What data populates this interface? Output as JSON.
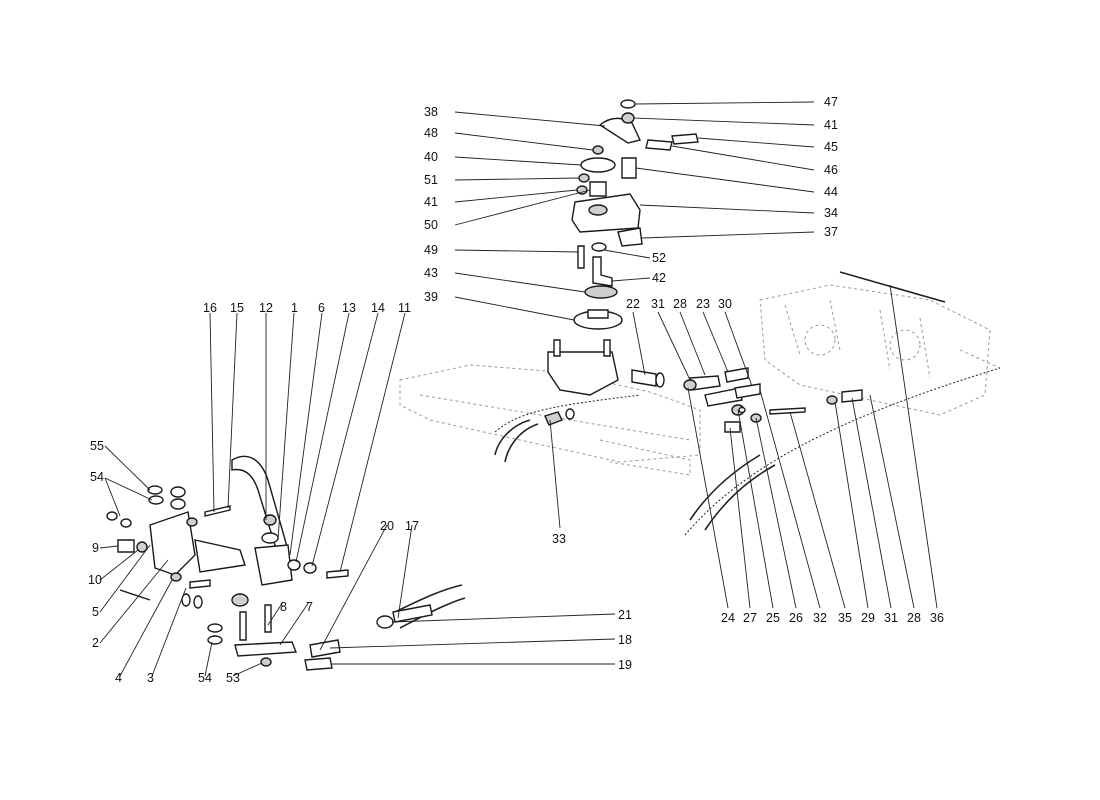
{
  "diagram": {
    "callouts": [
      {
        "id": "c-47",
        "text": "47"
      },
      {
        "id": "c-41a",
        "text": "41"
      },
      {
        "id": "c-45",
        "text": "45"
      },
      {
        "id": "c-46",
        "text": "46"
      },
      {
        "id": "c-44",
        "text": "44"
      },
      {
        "id": "c-34",
        "text": "34"
      },
      {
        "id": "c-37",
        "text": "37"
      },
      {
        "id": "c-52",
        "text": "52"
      },
      {
        "id": "c-42",
        "text": "42"
      },
      {
        "id": "c-38",
        "text": "38"
      },
      {
        "id": "c-48",
        "text": "48"
      },
      {
        "id": "c-40",
        "text": "40"
      },
      {
        "id": "c-51",
        "text": "51"
      },
      {
        "id": "c-41b",
        "text": "41"
      },
      {
        "id": "c-50",
        "text": "50"
      },
      {
        "id": "c-49",
        "text": "49"
      },
      {
        "id": "c-43",
        "text": "43"
      },
      {
        "id": "c-39",
        "text": "39"
      },
      {
        "id": "c-22",
        "text": "22"
      },
      {
        "id": "c-31a",
        "text": "31"
      },
      {
        "id": "c-28a",
        "text": "28"
      },
      {
        "id": "c-23",
        "text": "23"
      },
      {
        "id": "c-30",
        "text": "30"
      },
      {
        "id": "c-33",
        "text": "33"
      },
      {
        "id": "c-24",
        "text": "24"
      },
      {
        "id": "c-27",
        "text": "27"
      },
      {
        "id": "c-25",
        "text": "25"
      },
      {
        "id": "c-26",
        "text": "26"
      },
      {
        "id": "c-32",
        "text": "32"
      },
      {
        "id": "c-35",
        "text": "35"
      },
      {
        "id": "c-29",
        "text": "29"
      },
      {
        "id": "c-31b",
        "text": "31"
      },
      {
        "id": "c-28b",
        "text": "28"
      },
      {
        "id": "c-36",
        "text": "36"
      },
      {
        "id": "c-16",
        "text": "16"
      },
      {
        "id": "c-15",
        "text": "15"
      },
      {
        "id": "c-12",
        "text": "12"
      },
      {
        "id": "c-1",
        "text": "1"
      },
      {
        "id": "c-6",
        "text": "6"
      },
      {
        "id": "c-13",
        "text": "13"
      },
      {
        "id": "c-14",
        "text": "14"
      },
      {
        "id": "c-11",
        "text": "11"
      },
      {
        "id": "c-55",
        "text": "55"
      },
      {
        "id": "c-54a",
        "text": "54"
      },
      {
        "id": "c-9",
        "text": "9"
      },
      {
        "id": "c-10",
        "text": "10"
      },
      {
        "id": "c-5",
        "text": "5"
      },
      {
        "id": "c-2",
        "text": "2"
      },
      {
        "id": "c-4",
        "text": "4"
      },
      {
        "id": "c-3",
        "text": "3"
      },
      {
        "id": "c-54b",
        "text": "54"
      },
      {
        "id": "c-53",
        "text": "53"
      },
      {
        "id": "c-8",
        "text": "8"
      },
      {
        "id": "c-7",
        "text": "7"
      },
      {
        "id": "c-20",
        "text": "20"
      },
      {
        "id": "c-17",
        "text": "17"
      },
      {
        "id": "c-21",
        "text": "21"
      },
      {
        "id": "c-18",
        "text": "18"
      },
      {
        "id": "c-19",
        "text": "19"
      }
    ]
  }
}
